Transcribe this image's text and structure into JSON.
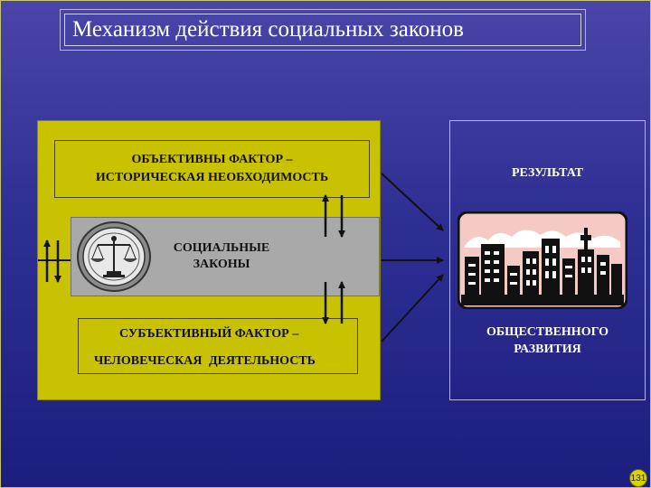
{
  "title": "Механизм действия социальных законов",
  "objective": {
    "line1": "ОБЪЕКТИВНЫ ФАКТОР –",
    "line2": "ИСТОРИЧЕСКАЯ НЕОБХОДИМОСТЬ"
  },
  "laws": {
    "line1": "СОЦИАЛЬНЫЕ",
    "line2": "ЗАКОНЫ"
  },
  "subjective": {
    "line1": "СУБЪЕКТИВНЫЙ ФАКТОР –",
    "line2": "ЧЕЛОВЕЧЕСКАЯ  ДЕЯТЕЛЬНОСТЬ"
  },
  "result": {
    "label": "РЕЗУЛЬТАТ",
    "line1": "ОБЩЕСТВЕННОГО",
    "line2": "РАЗВИТИЯ"
  },
  "page_number": "131",
  "colors": {
    "background_top": "#4a45a8",
    "background_bottom": "#1c1e7e",
    "panel": "#c8c200",
    "band": "#a9a9a9",
    "sky": "#f5c9c4"
  }
}
